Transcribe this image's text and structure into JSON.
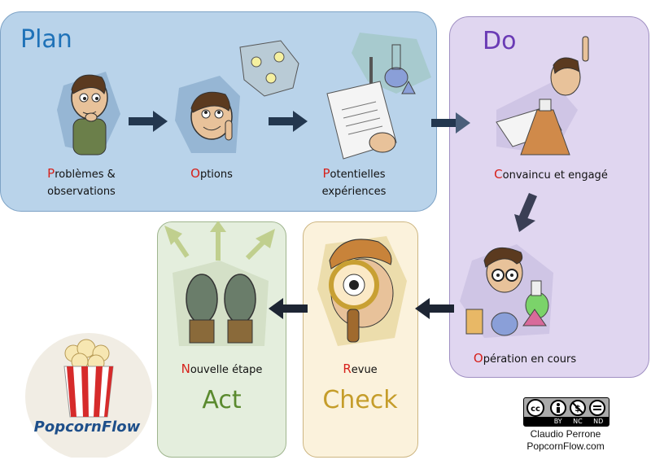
{
  "plan": {
    "title": "Plan",
    "steps": [
      {
        "first": "P",
        "rest": "roblèmes &",
        "line2": "observations"
      },
      {
        "first": "O",
        "rest": "ptions",
        "line2": ""
      },
      {
        "first": "P",
        "rest": "otentielles",
        "line2": "expériences"
      }
    ]
  },
  "do": {
    "title": "Do",
    "step1": {
      "first": "C",
      "rest": "onvaincu et engagé"
    },
    "step2": {
      "first": "O",
      "rest": "pération en cours"
    }
  },
  "check": {
    "title": "Check",
    "step": {
      "first": "R",
      "rest": "evue"
    }
  },
  "act": {
    "title": "Act",
    "step": {
      "first": "N",
      "rest": "ouvelle étape"
    }
  },
  "logo": {
    "text": "PopcornFlow"
  },
  "license": {
    "badges": [
      "BY",
      "NC",
      "ND"
    ],
    "author": "Claudio Perrone",
    "site": "PopcornFlow.com"
  },
  "colors": {
    "plan_title": "#1f72b8",
    "do_title": "#6a3bb5",
    "act_title": "#5a8a2e",
    "check_title": "#c59d2a",
    "letter_red": "#d6211b",
    "arrow": "#23374f"
  }
}
